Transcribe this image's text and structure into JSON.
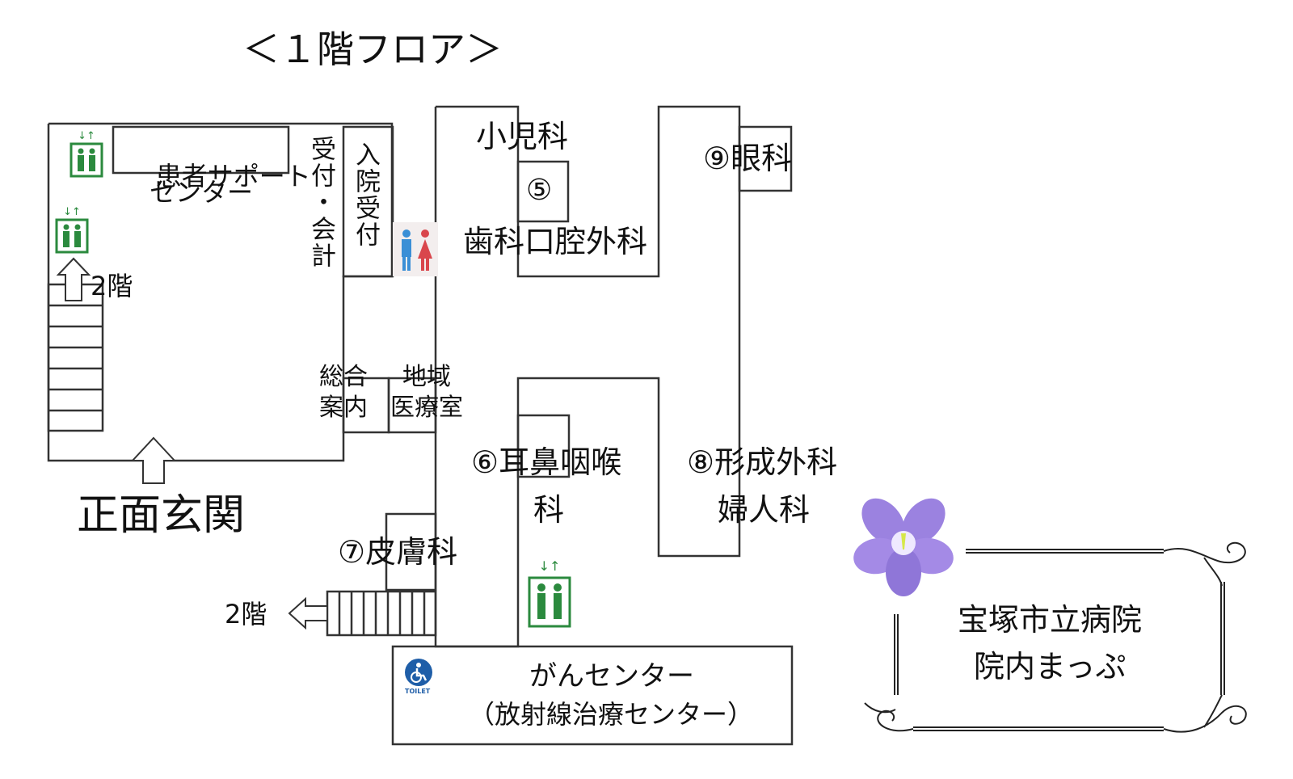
{
  "floor_title": "＜１階フロア＞",
  "entrance": "正面玄関",
  "rooms": {
    "patient_support": {
      "line1": "患者サポート",
      "line2": "センター"
    },
    "reception_accounting": "受付・会計",
    "admission_reception": "入院受付",
    "pediatrics": "小児科",
    "room_5": "⑤",
    "dental_oral_surgery": "歯科口腔外科",
    "ophthalmology": "⑨眼科",
    "general_info": {
      "line1": "総合",
      "line2": "案内"
    },
    "regional_medical": {
      "line1": "地域",
      "line2": "医療室"
    },
    "ent": {
      "line1": "⑥耳鼻咽喉",
      "line2": "科"
    },
    "plastic_surgery_gynecology": {
      "line1": "⑧形成外科",
      "line2": "婦人科"
    },
    "dermatology": "⑦皮膚科",
    "cancer_center": {
      "line1": "がんセンター",
      "line2": "（放射線治療センター）"
    }
  },
  "stairs": {
    "upper_label": "2階",
    "lower_label": "2階"
  },
  "wheelchair_toilet_label": "TOILET",
  "map_title": {
    "line1": "宝塚市立病院",
    "line2": "院内まっぷ"
  },
  "colors": {
    "elevator": "#2b8a3e",
    "toilet_male": "#3a8fd6",
    "toilet_female": "#d9464c",
    "accessible_toilet": "#1f5ea8",
    "flower": "#9b82e0",
    "walls": "#333333"
  },
  "icons": [
    "elevator-icon",
    "restroom-icon",
    "wheelchair-toilet-icon",
    "violet-flower-icon",
    "up-arrow-icon",
    "left-arrow-icon"
  ]
}
